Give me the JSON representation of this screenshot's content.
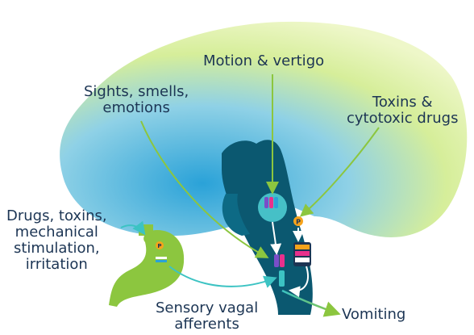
{
  "labels": {
    "motion": "Motion & vertigo",
    "sights_line1": "Sights, smells,",
    "sights_line2": "emotions",
    "toxins_line1": "Toxins &",
    "toxins_line2": "cytotoxic drugs",
    "drugs_line1": "Drugs, toxins,",
    "drugs_line2": "mechanical",
    "drugs_line3": "stimulation,",
    "drugs_line4": "irritation",
    "vagal_line1": "Sensory vagal",
    "vagal_line2": "afferents",
    "vomiting": "Vomiting",
    "receptor_marker": "P"
  },
  "colors": {
    "text": "#1c3554",
    "brainstem": "#0b5870",
    "arrow_green": "#8cc63f",
    "arrow_teal": "#3cc3c3",
    "stomach": "#8cc63f",
    "receptor_orange": "#f6a31b"
  }
}
